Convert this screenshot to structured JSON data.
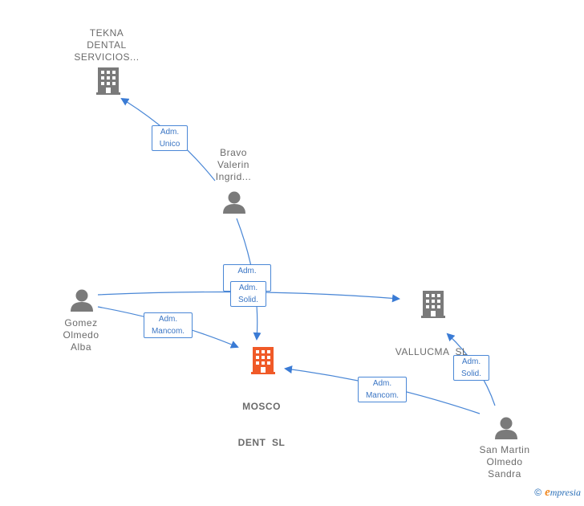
{
  "nodes": {
    "tekna": {
      "lines": [
        "TEKNA",
        "DENTAL",
        "SERVICIOS..."
      ],
      "type": "company",
      "icon": "building-icon"
    },
    "bravo": {
      "lines": [
        "Bravo",
        "Valerin",
        "Ingrid..."
      ],
      "type": "person",
      "icon": "person-icon"
    },
    "gomez": {
      "lines": [
        "Gomez",
        "Olmedo",
        "Alba"
      ],
      "type": "person",
      "icon": "person-icon"
    },
    "mosco": {
      "lines": [
        "MOSCO",
        "DENT  SL"
      ],
      "type": "company",
      "icon": "building-icon",
      "highlight": "#f05a28"
    },
    "vallucma": {
      "lines": [
        "VALLUCMA  SL"
      ],
      "type": "company",
      "icon": "building-icon"
    },
    "sanmartin": {
      "lines": [
        "San Martin",
        "Olmedo",
        "Sandra"
      ],
      "type": "person",
      "icon": "person-icon"
    }
  },
  "edges": {
    "adm_unico": {
      "lines": [
        "Adm.",
        "Unico"
      ]
    },
    "adm_bravo_mosco": {
      "lines": [
        "Adm.",
        ""
      ]
    },
    "adm_solid_gomez": {
      "lines": [
        "Adm.",
        "Solid."
      ]
    },
    "adm_mancom_gomez": {
      "lines": [
        "Adm.",
        "Mancom."
      ]
    },
    "adm_mancom_sanmartin": {
      "lines": [
        "Adm.",
        "Mancom."
      ]
    },
    "adm_solid_sanmartin": {
      "lines": [
        "Adm.",
        "Solid."
      ]
    }
  },
  "footer": {
    "copyright": "©",
    "brand_initial": "e",
    "brand_rest": "mpresia"
  },
  "colors": {
    "edge": "#4a87d6",
    "icon": "#7a7a7a",
    "highlight": "#f05a28"
  }
}
